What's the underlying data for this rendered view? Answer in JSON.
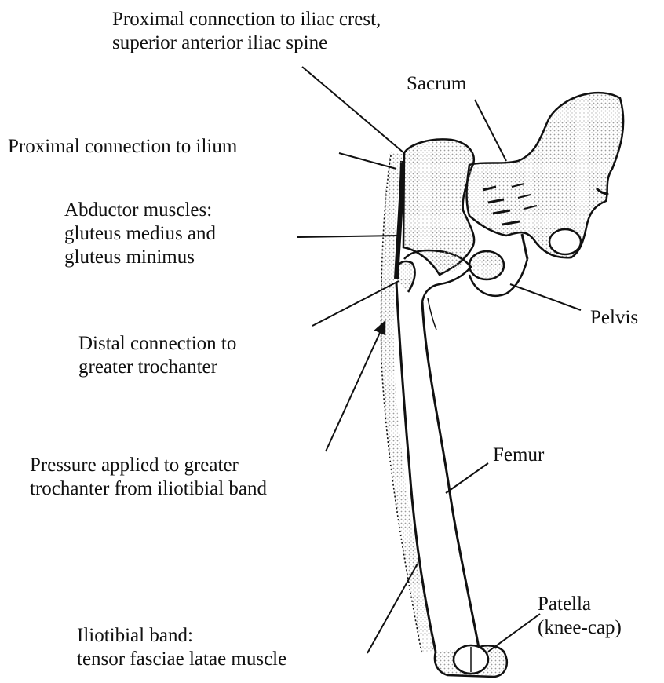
{
  "labels": {
    "iliac_crest": [
      "Proximal connection to iliac crest,",
      "superior anterior iliac spine"
    ],
    "sacrum": "Sacrum",
    "ilium": "Proximal connection to ilium",
    "abductor": [
      "Abductor muscles:",
      "gluteus medius and",
      "gluteus minimus"
    ],
    "pelvis": "Pelvis",
    "distal": [
      "Distal connection to",
      "greater trochanter"
    ],
    "femur": "Femur",
    "pressure": [
      "Pressure applied to greater",
      "trochanter from iliotibial band"
    ],
    "patella": [
      "Patella",
      "(knee-cap)"
    ],
    "iliotibial": [
      "Iliotibial band:",
      "tensor fasciae latae muscle"
    ]
  },
  "colors": {
    "ink": "#111111",
    "stipple": "#b8b8b8",
    "background": "#ffffff"
  }
}
